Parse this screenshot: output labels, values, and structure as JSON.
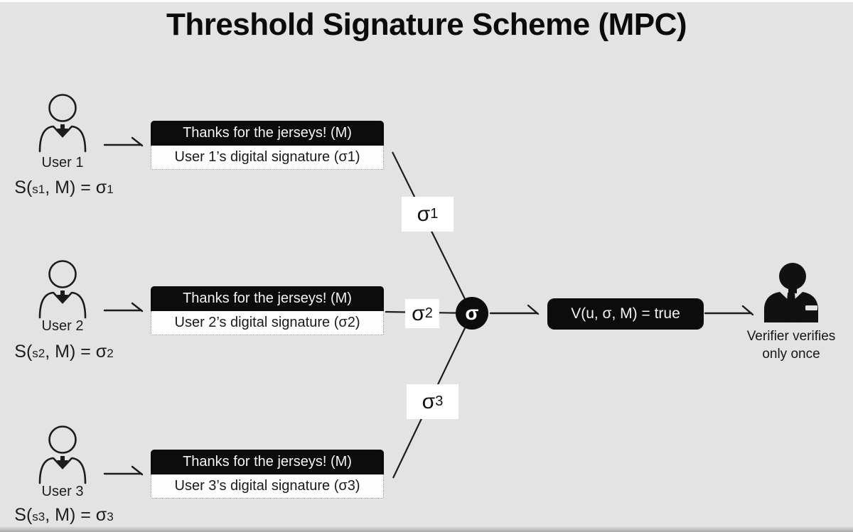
{
  "title": "Threshold Signature Scheme (MPC)",
  "users": [
    {
      "name": "User 1",
      "formula": {
        "open": "S(",
        "key": "s1",
        "mid": ", M) = σ",
        "sub": "1"
      },
      "message": "Thanks for the jerseys! (M)",
      "signature": "User 1’s digital signature (σ1)",
      "sigma_label": {
        "base": "σ",
        "sub": "1"
      }
    },
    {
      "name": "User 2",
      "formula": {
        "open": "S(",
        "key": "s2",
        "mid": ", M) = σ",
        "sub": "2"
      },
      "message": "Thanks for the jerseys! (M)",
      "signature": "User 2’s digital signature (σ2)",
      "sigma_label": {
        "base": "σ",
        "sub": "2"
      }
    },
    {
      "name": "User 3",
      "formula": {
        "open": "S(",
        "key": "s3",
        "mid": ", M) = σ",
        "sub": "3"
      },
      "message": "Thanks for the jerseys! (M)",
      "signature": "User 3’s digital signature (σ3)",
      "sigma_label": {
        "base": "σ",
        "sub": "3"
      }
    }
  ],
  "aggregate": {
    "symbol": "σ"
  },
  "verification": {
    "label": "V(u, σ, M) = true"
  },
  "verifier": {
    "caption_line1": "Verifier verifies",
    "caption_line2": "only once"
  },
  "icons": {
    "user": "person-tie-outline-icon",
    "verifier": "businessman-icon"
  },
  "colors": {
    "background": "#e3e3e3",
    "box_black": "#0c0c0c",
    "line": "#1c1c1c",
    "label_bg": "#ffffff"
  }
}
